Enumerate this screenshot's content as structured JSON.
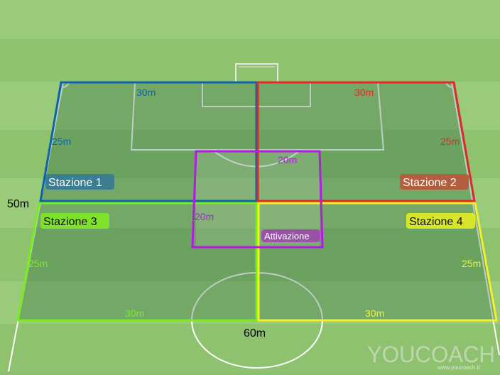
{
  "overall": {
    "length_label": "50m",
    "width_label": "60m"
  },
  "zones": {
    "station1": {
      "label": "Stazione 1",
      "top_dim": "30m",
      "side_dim": "25m",
      "color": "#0b64a8",
      "label_bg": "#3c7d92"
    },
    "station2": {
      "label": "Stazione 2",
      "top_dim": "30m",
      "side_dim": "25m",
      "color": "#e02a2a",
      "label_bg": "#b45e40"
    },
    "station3": {
      "label": "Stazione 3",
      "bottom_dim": "30m",
      "side_dim": "25m",
      "color": "#77ee1a",
      "label_bg": "#7fe22a"
    },
    "station4": {
      "label": "Stazione 4",
      "bottom_dim": "30m",
      "side_dim": "25m",
      "color": "#f3f12c",
      "label_bg": "#d8e528"
    },
    "activation": {
      "label": "Attivazione",
      "top_dim": "20m",
      "side_dim": "20m",
      "color": "#b31be0",
      "label_bg": "#9a52a8"
    }
  },
  "logo": {
    "brand": "YOUCOACH",
    "url": "www.youcoach.it"
  }
}
